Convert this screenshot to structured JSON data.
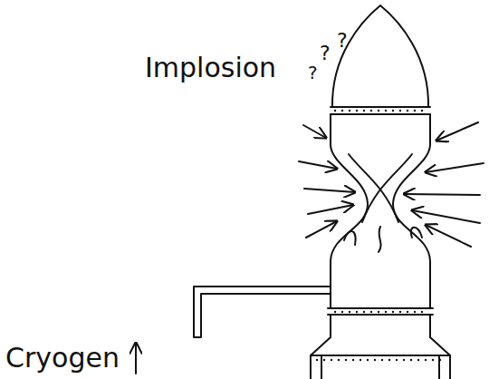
{
  "diagram": {
    "labels": [
      "Implosion",
      "?",
      "?",
      "?",
      "Cryogen"
    ]
  }
}
